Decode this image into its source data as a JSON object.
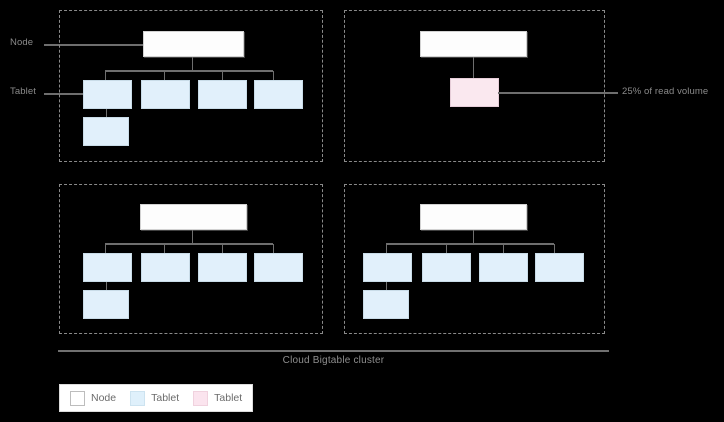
{
  "diagram": {
    "caption": "Cloud Bigtable cluster",
    "side_labels": {
      "node": "Node",
      "tablet": "Tablet"
    },
    "callouts": {
      "read_volume": "25% of read volume"
    },
    "colors": {
      "node_fill": "#fdfdfd",
      "node_border": "#d2d2d2",
      "tablet_fill": "#e1f0fb",
      "tablet_border": "#c9dce8",
      "hot_tablet_fill": "#fae8ef",
      "hot_tablet_border": "#e6cdd8",
      "connector": "#6e6e6e",
      "panel_border": "#8a8a8a",
      "background": "#000000",
      "text": "#8a8a8a"
    },
    "quadrants": [
      {
        "id": "top-left",
        "node_count": 1,
        "tablet_count": 5,
        "hot_tablet_count": 0
      },
      {
        "id": "top-right",
        "node_count": 1,
        "tablet_count": 0,
        "hot_tablet_count": 1
      },
      {
        "id": "bottom-left",
        "node_count": 1,
        "tablet_count": 5,
        "hot_tablet_count": 0
      },
      {
        "id": "bottom-right",
        "node_count": 1,
        "tablet_count": 5,
        "hot_tablet_count": 0
      }
    ]
  },
  "legend": {
    "items": [
      {
        "label": "Node",
        "swatch": "node-swatch"
      },
      {
        "label": "Tablet",
        "swatch": "tablet-swatch"
      },
      {
        "label": "Tablet",
        "swatch": "hot-tablet-swatch"
      }
    ]
  }
}
